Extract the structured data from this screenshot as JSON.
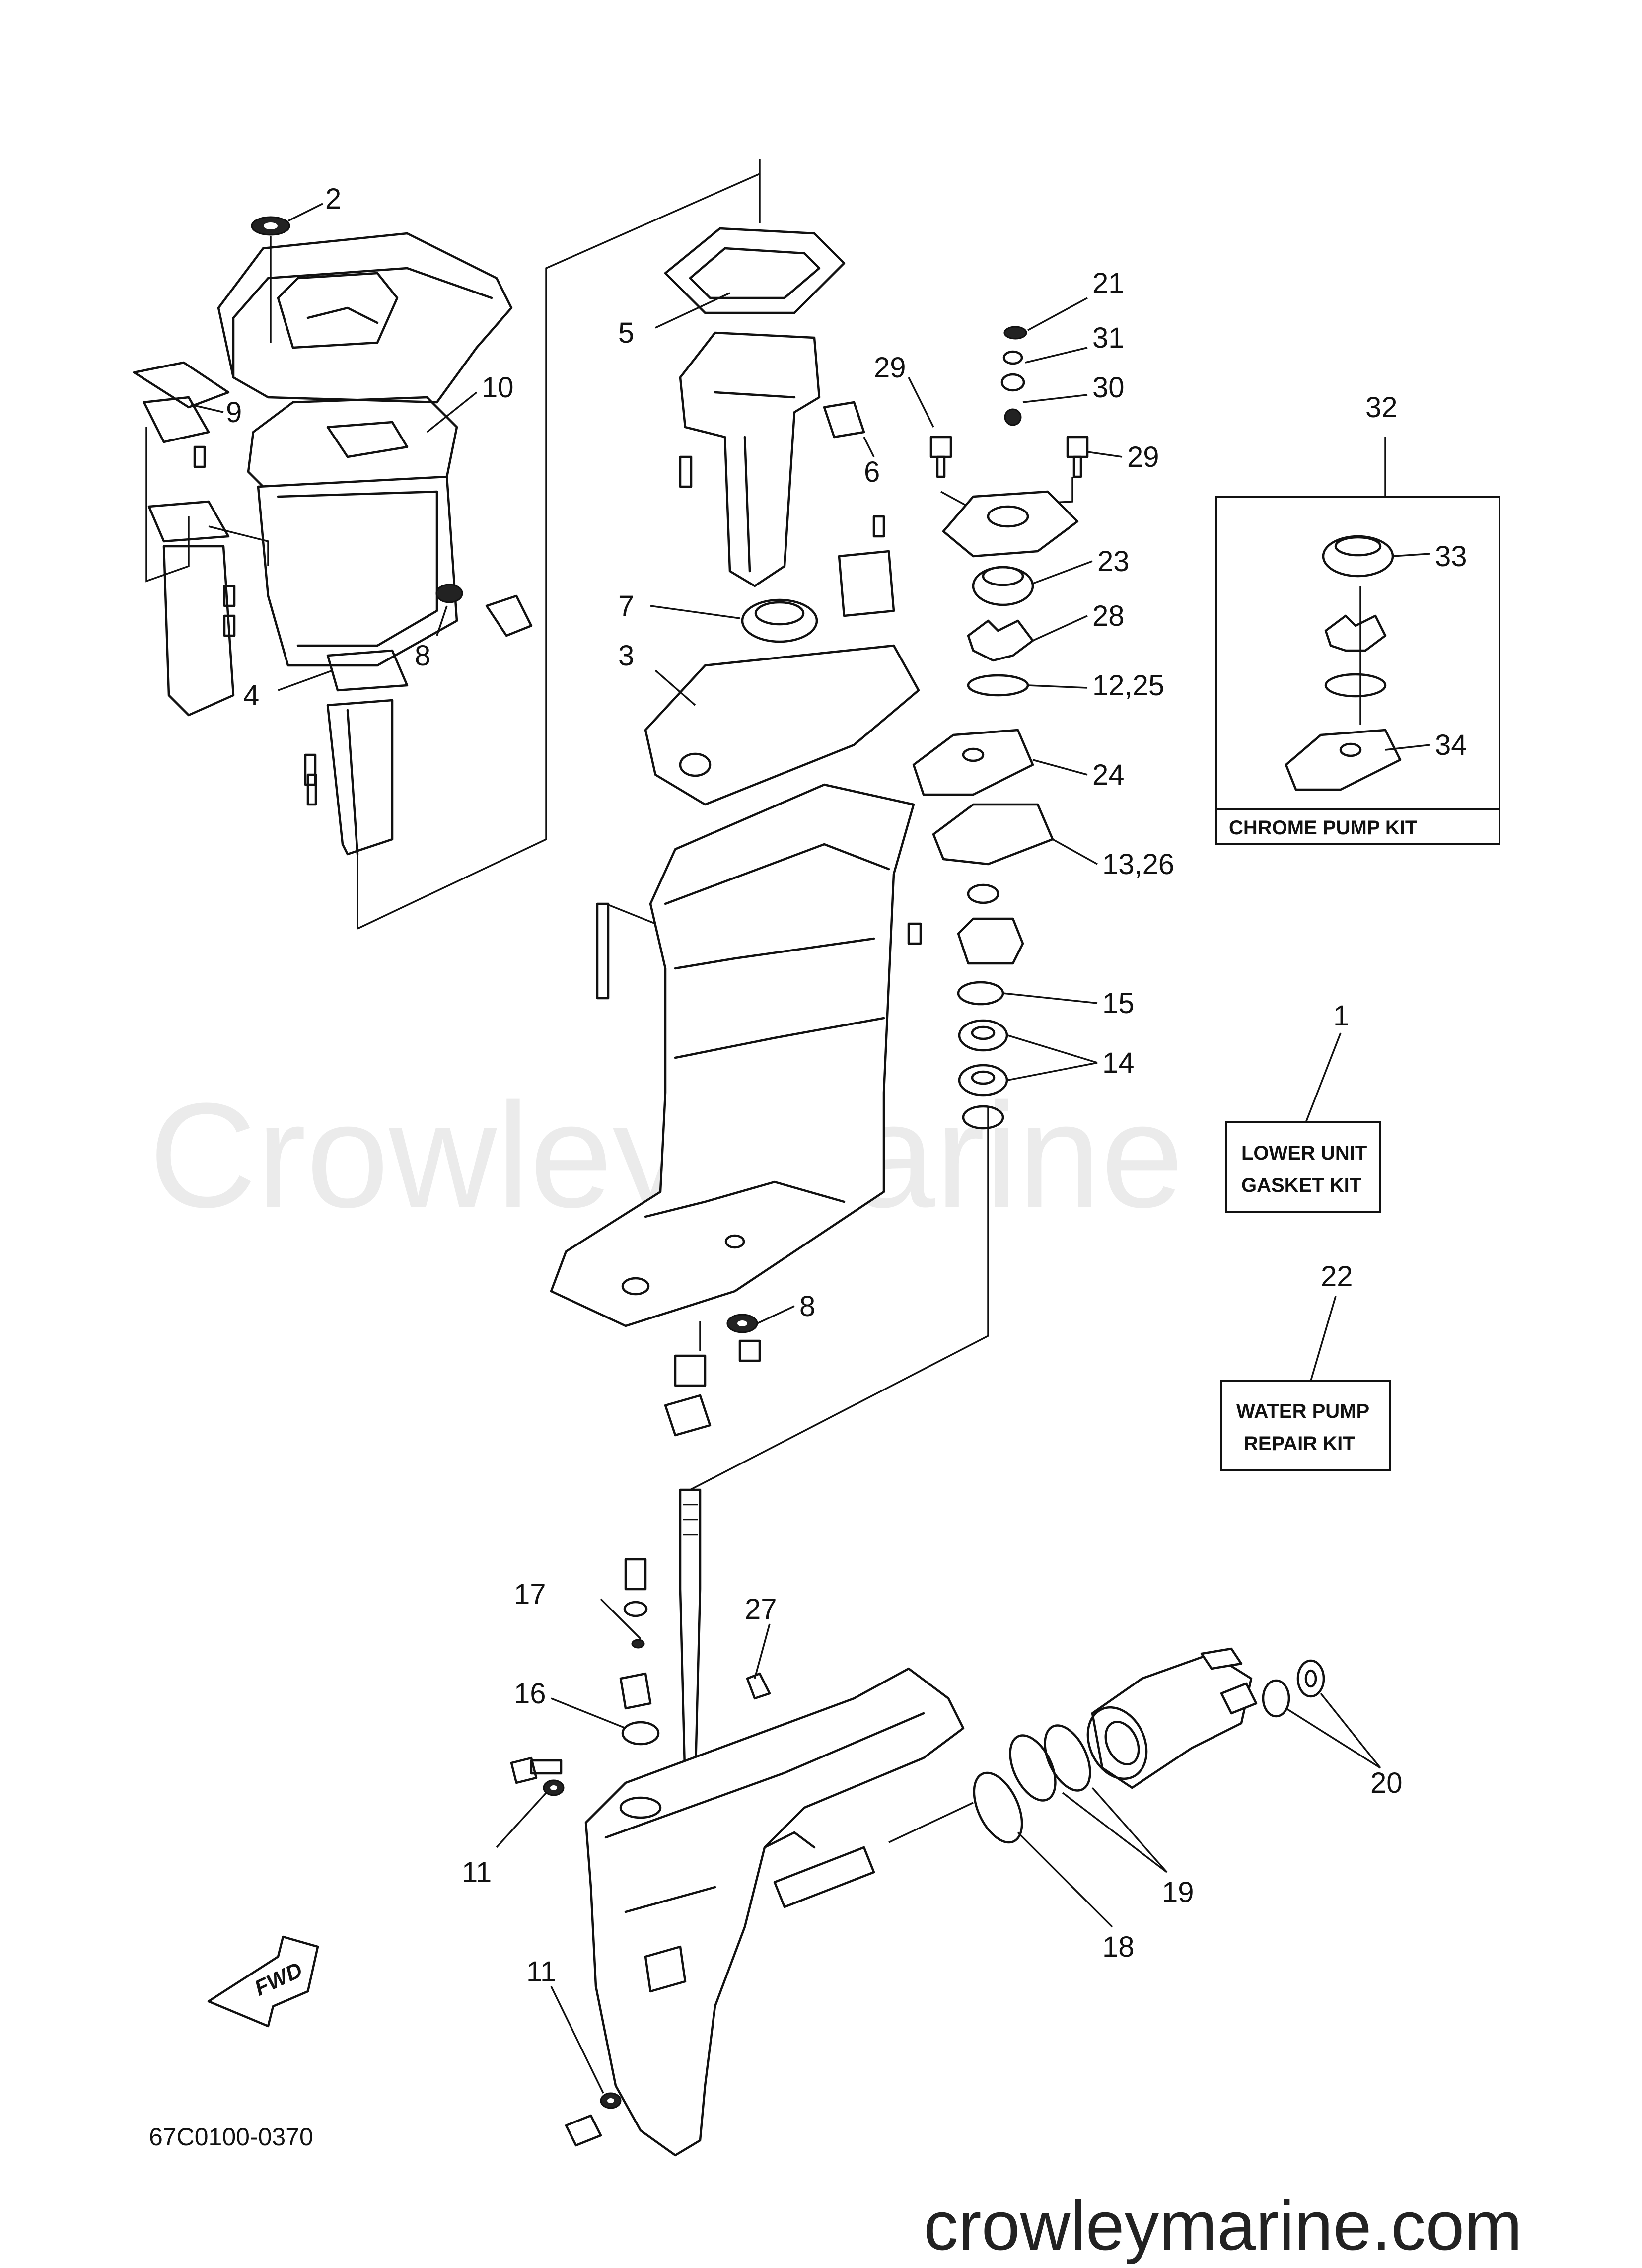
{
  "watermark": "Crowley Marine",
  "footer_url": "crowleymarine.com",
  "diagram_code": "67C0100-0370",
  "fwd_label": "FWD",
  "callouts": {
    "c1": "1",
    "c2": "2",
    "c3": "3",
    "c4": "4",
    "c5": "5",
    "c6": "6",
    "c7": "7",
    "c8a": "8",
    "c8b": "8",
    "c9": "9",
    "c10": "10",
    "c11a": "11",
    "c11b": "11",
    "c12": "12,25",
    "c13": "13,26",
    "c14": "14",
    "c15": "15",
    "c16": "16",
    "c17": "17",
    "c18": "18",
    "c19": "19",
    "c20": "20",
    "c21": "21",
    "c22": "22",
    "c23": "23",
    "c24": "24",
    "c27": "27",
    "c28": "28",
    "c29a": "29",
    "c29b": "29",
    "c30": "30",
    "c31": "31",
    "c32": "32",
    "c33": "33",
    "c34": "34"
  },
  "kits": {
    "chrome_pump": "CHROME PUMP KIT",
    "lower_unit_line1": "LOWER UNIT",
    "lower_unit_line2": "GASKET KIT",
    "water_pump_line1": "WATER PUMP",
    "water_pump_line2": "REPAIR KIT"
  }
}
